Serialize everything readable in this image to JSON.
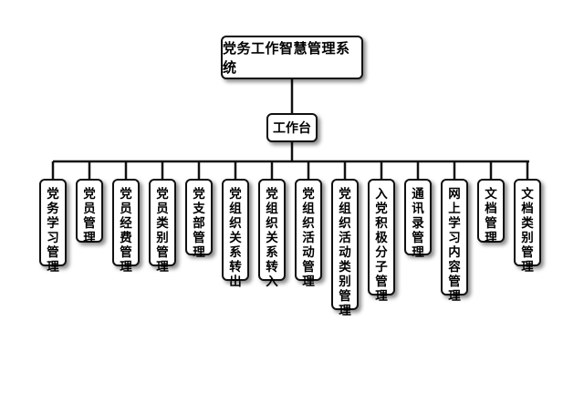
{
  "diagram": {
    "root": "党务工作智慧管理系统",
    "middle": "工作台",
    "modules": [
      "党务学习管理",
      "党员管理",
      "党员经费管理",
      "党员类别管理",
      "党支部管理",
      "党组织关系转出",
      "党组织关系转入",
      "党组织活动管理",
      "党组织活动类别管理",
      "入党积极分子管理",
      "通讯录管理",
      "网上学习内容管理",
      "文档管理",
      "文档类别管理"
    ]
  },
  "colors": {
    "line": "#111111",
    "box_border": "#111111",
    "box_fill": "#ffffff",
    "text": "#000000"
  }
}
